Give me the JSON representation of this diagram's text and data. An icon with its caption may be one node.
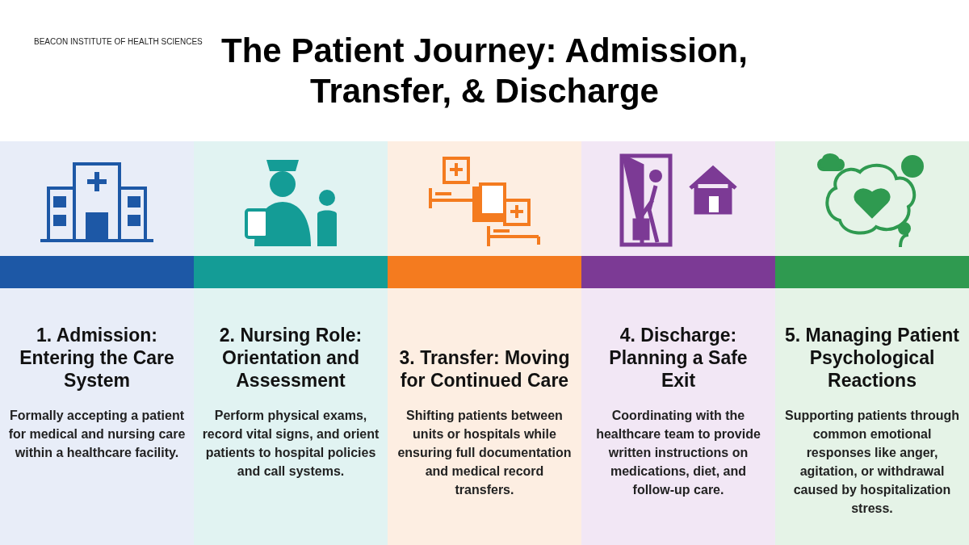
{
  "diagram": {
    "title": "The Patient Journey: Admission, Transfer, & Discharge",
    "nodes": [
      {
        "text": [
          "1. Admission: Entering the Care System",
          "Formally accepting a patient for medical and nursing care within a healthcare facility."
        ]
      },
      {
        "text": [
          "2. Nursing Role: Orientation and Assessment",
          "Perform physical exams, record vital signs, and orient patients to hospital policies and call systems."
        ]
      },
      {
        "text": [
          "3. Transfer: Moving for Continued Care",
          "Shifting patients between units or hospitals while ensuring full documentation and medical record transfers."
        ]
      },
      {
        "text": [
          "4. Discharge: Planning a Safe Exit",
          "Coordinating with the healthcare team to provide written instructions on medications, diet, and follow-up care."
        ]
      },
      {
        "text": [
          "5. Managing Patient Psychological Reactions",
          "Supporting patients through common emotional responses like anger, agitation, or withdrawal caused by hospitalization stress."
        ]
      }
    ],
    "edges": [],
    "labels": [
      "BEACON INSTITUTE OF HEALTH SCIENCES"
    ]
  }
}
